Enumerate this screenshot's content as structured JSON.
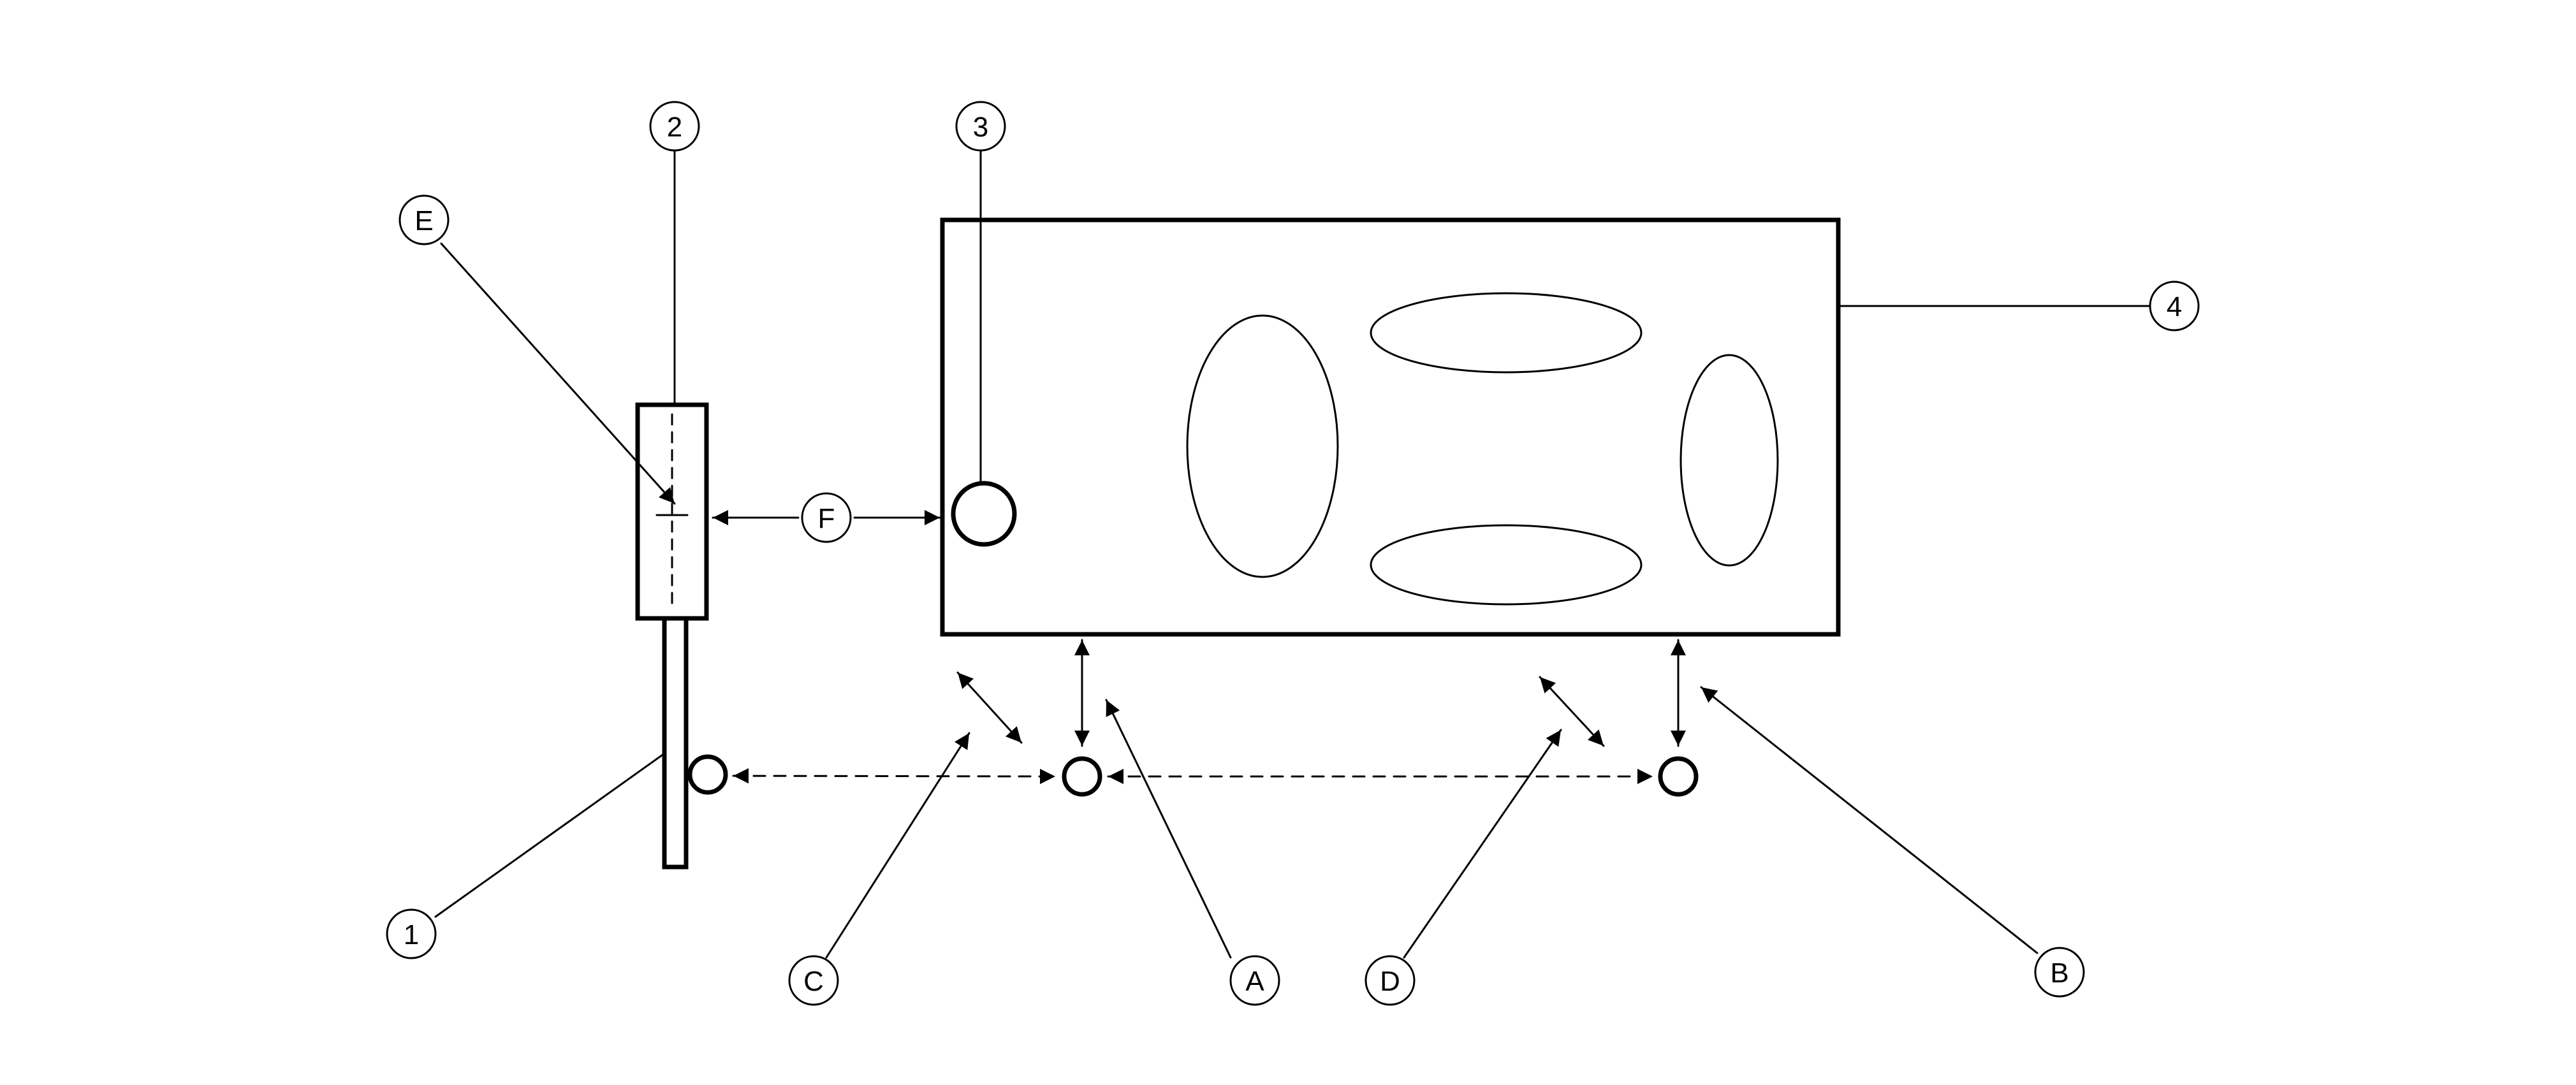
{
  "callouts": {
    "n1": "1",
    "n2": "2",
    "n3": "3",
    "n4": "4",
    "A": "A",
    "B": "B",
    "C": "C",
    "D": "D",
    "E": "E",
    "F": "F"
  },
  "colors": {
    "line": "#000000",
    "background": "#ffffff"
  }
}
